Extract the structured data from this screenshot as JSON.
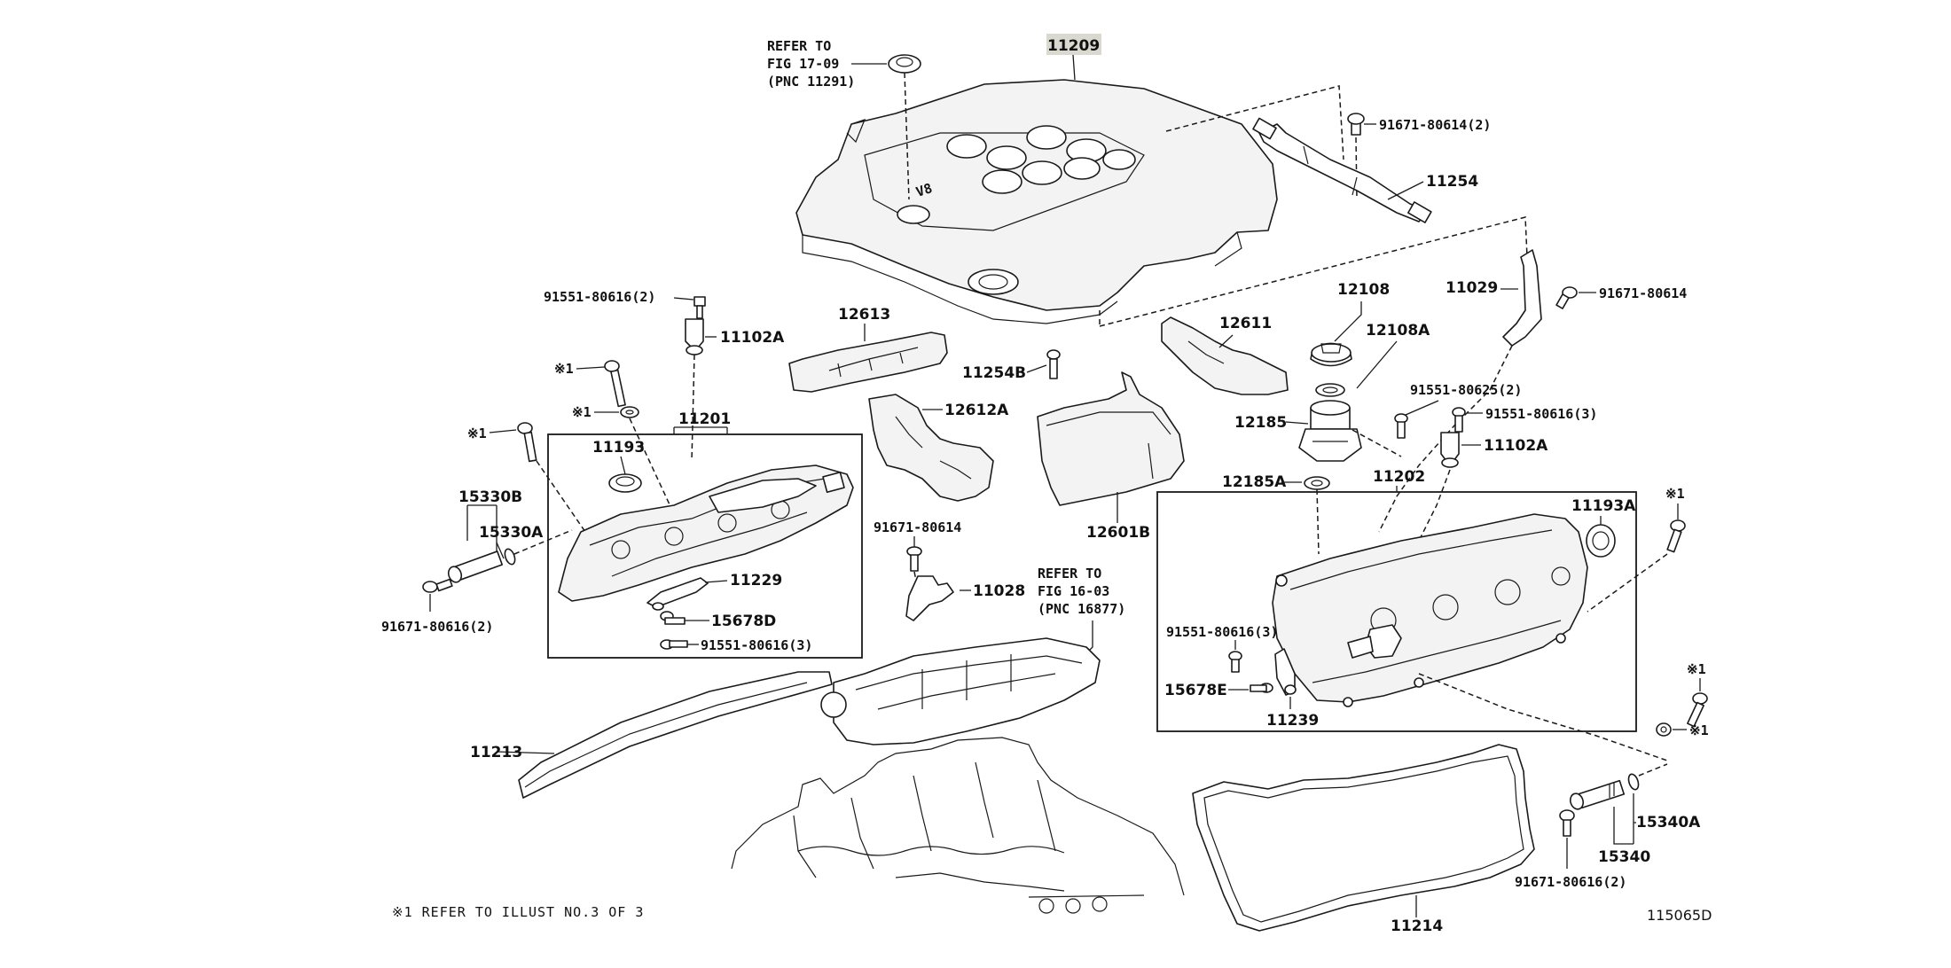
{
  "refs": {
    "ref_fig_17": [
      "REFER TO",
      "FIG 17-09",
      "(PNC 11291)"
    ],
    "ref_fig_16": [
      "REFER TO",
      "FIG 16-03",
      "(PNC 16877)"
    ]
  },
  "labels": {
    "p11209": "11209",
    "p91671_80614_2_top": "91671-80614(2)",
    "p11254": "11254",
    "p11029": "11029",
    "p91671_80614_right": "91671-80614",
    "p12108": "12108",
    "p12108A": "12108A",
    "p12611": "12611",
    "p12613": "12613",
    "p11254B": "11254B",
    "p91551_80616_2": "91551-80616(2)",
    "p11102A_left": "11102A",
    "p91551_80625_2": "91551-80625(2)",
    "p91551_80616_3_right": "91551-80616(3)",
    "p12185": "12185",
    "p11102A_right": "11102A",
    "mark1_a": "※1",
    "mark1_b": "※1",
    "mark1_c": "※1",
    "p11201": "11201",
    "p12612A": "12612A",
    "p11193": "11193",
    "p15330B": "15330B",
    "p15330A": "15330A",
    "p12185A": "12185A",
    "p11202": "11202",
    "p11193A": "11193A",
    "mark1_d": "※1",
    "p12601B": "12601B",
    "p91671_80614_mid": "91671-80614",
    "p11028": "11028",
    "p11229": "11229",
    "p15678D": "15678D",
    "p91671_80616_2_left": "91671-80616(2)",
    "p91551_80616_3_left": "91551-80616(3)",
    "p91551_80616_3_inner": "91551-80616(3)",
    "mark1_e": "※1",
    "p15678E": "15678E",
    "p11239": "11239",
    "mark1_f": "※1",
    "p11213": "11213",
    "p15340A": "15340A",
    "p15340": "15340",
    "p91671_80616_2_right": "91671-80616(2)",
    "p11214": "11214"
  },
  "footnote": "※1 REFER TO ILLUST NO.3 OF 3",
  "figure_code": "115065D",
  "colors": {
    "line": "#1a1a1a",
    "highlight": "#d9d9cf",
    "background": "#ffffff"
  }
}
